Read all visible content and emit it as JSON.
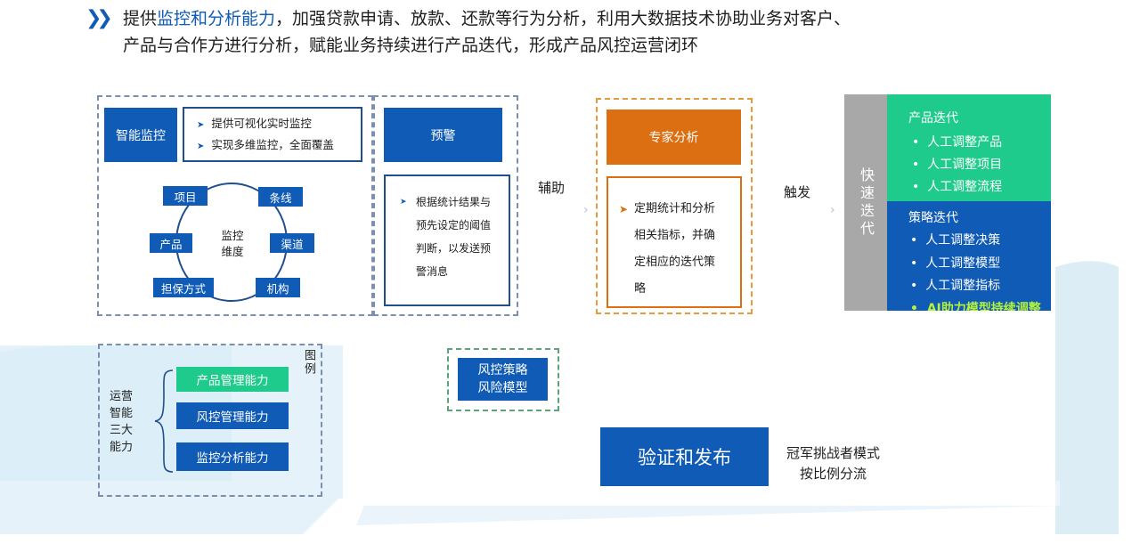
{
  "header": {
    "line1_highlight": "监控和分析能力",
    "line1_prefix": "提供",
    "line1_suffix": "，加强贷款申请、放款、还款等行为分析，利用大数据技术协助业务对客户、",
    "line2": "产品与合作方进行分析，赋能业务持续进行产品迭代，形成产品风控运营闭环"
  },
  "monitor": {
    "title": "智能监控",
    "bullets": [
      "提供可视化实时监控",
      "实现多维监控，全面覆盖"
    ],
    "center_label": "监控\n维度",
    "center_line1": "监控",
    "center_line2": "维度",
    "dimensions": {
      "project": "项目",
      "line": "条线",
      "product": "产品",
      "channel": "渠道",
      "guarantee": "担保方式",
      "institution": "机构"
    }
  },
  "alert": {
    "title": "预警",
    "description_lines": [
      "根据统计结果与",
      "预先设定的阈值",
      "判断，以发送预",
      "警消息"
    ]
  },
  "assist_label": "辅助",
  "expert": {
    "title": "专家分析",
    "description_lines": [
      "定期统计和分析",
      "相关指标，并确",
      "定相应的迭代策",
      "略"
    ]
  },
  "trigger_label": "触发",
  "iterate": {
    "side_label": "快速迭代",
    "product": {
      "title": "产品迭代",
      "items": [
        "人工调整产品",
        "人工调整项目",
        "人工调整流程"
      ]
    },
    "strategy": {
      "title": "策略迭代",
      "items": [
        "人工调整决策",
        "人工调整模型",
        "人工调整指标",
        "AI助力模型持续调整"
      ]
    }
  },
  "legend": {
    "title": "图例",
    "group_label": "运营智能三大能力",
    "group_lines": [
      "运营",
      "智能",
      "三大",
      "能力"
    ],
    "items": [
      "产品管理能力",
      "风控管理能力",
      "监控分析能力"
    ]
  },
  "risk_box": {
    "line1": "风控策略",
    "line2": "风险模型"
  },
  "verify": {
    "title": "验证和发布",
    "note_line1": "冠军挑战者模式",
    "note_line2": "按比例分流"
  },
  "colors": {
    "blue": "#0f5bb5",
    "green": "#1fcb8c",
    "orange": "#dc6f12",
    "gray": "#a8a8a8",
    "light_green_text": "#b5f23a"
  }
}
